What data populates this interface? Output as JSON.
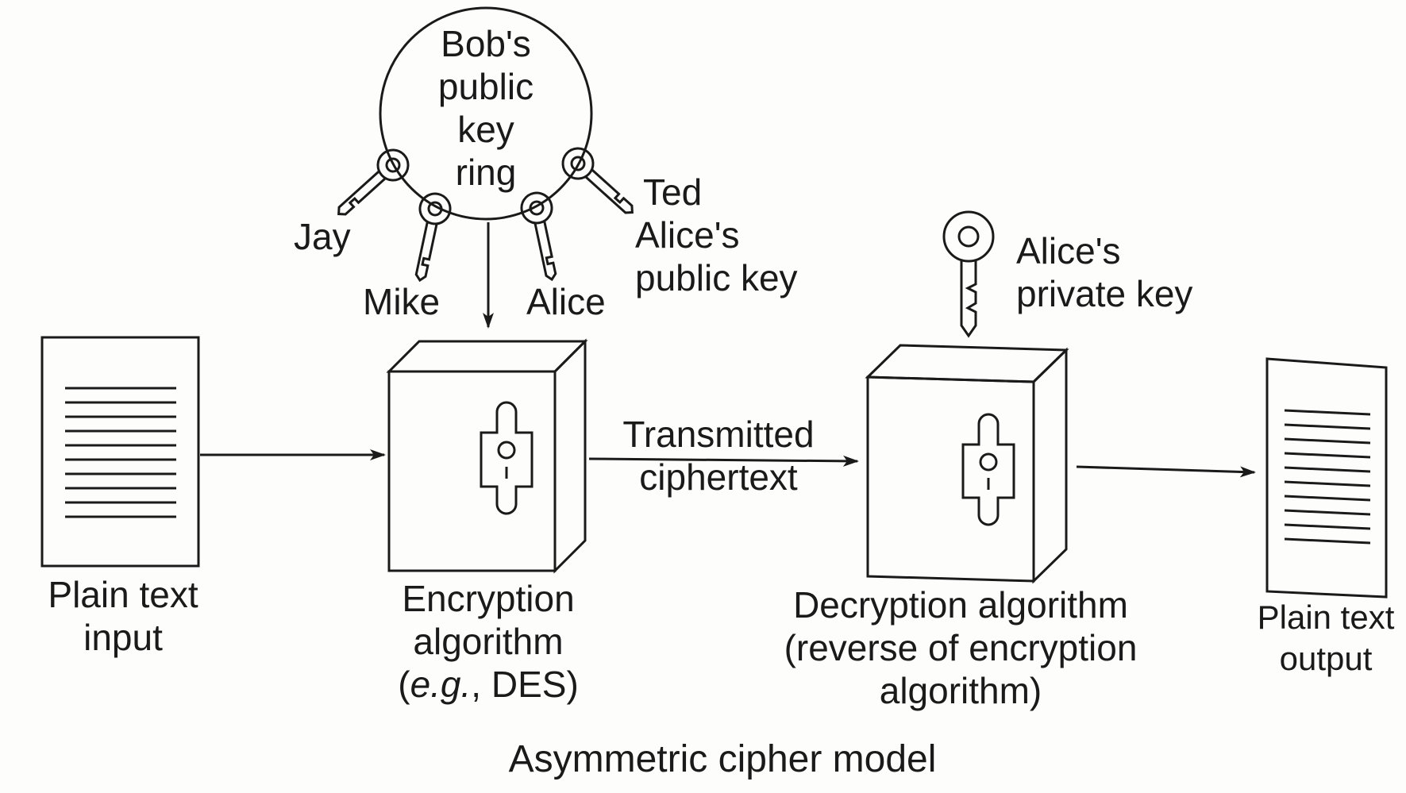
{
  "key_ring": {
    "lines": [
      "Bob's",
      "public",
      "key",
      "ring"
    ]
  },
  "ring_keys": {
    "jay": "Jay",
    "mike": "Mike",
    "alice": "Alice",
    "ted": "Ted"
  },
  "alice_public_key": {
    "lines": [
      "Alice's",
      "public key"
    ]
  },
  "alice_private_key": {
    "lines": [
      "Alice's",
      "private key"
    ]
  },
  "plain_text_input": {
    "lines": [
      "Plain text",
      "input"
    ]
  },
  "encryption": {
    "line1": "Encryption",
    "line2": "algorithm",
    "line3_open": "(",
    "line3_italic": "e.g.",
    "line3_rest": ", DES)"
  },
  "transmitted": {
    "lines": [
      "Transmitted",
      "ciphertext"
    ]
  },
  "decryption": {
    "lines": [
      "Decryption algorithm",
      "(reverse of encryption",
      "algorithm)"
    ]
  },
  "plain_text_output": {
    "lines": [
      "Plain text",
      "output"
    ]
  },
  "caption": "Asymmetric cipher model"
}
